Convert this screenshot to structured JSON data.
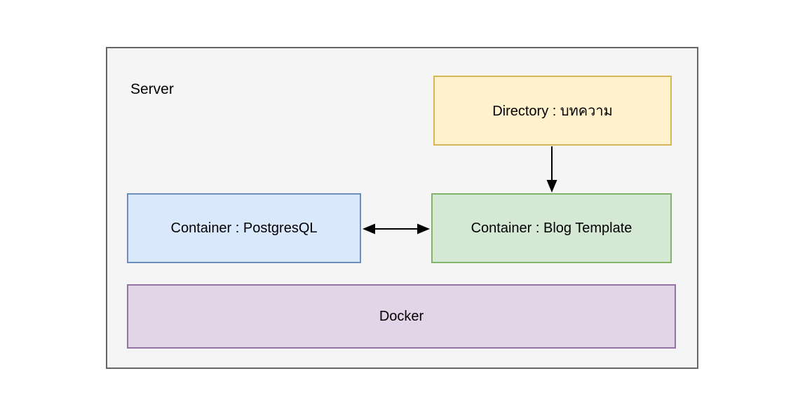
{
  "diagram": {
    "server": {
      "label": "Server",
      "bg": "#f5f5f5",
      "border": "#666666"
    },
    "nodes": {
      "directory": {
        "label": "Directory : บทความ",
        "fill": "#fff2cc",
        "border": "#d6b656"
      },
      "postgres": {
        "label": "Container : PostgresQL",
        "fill": "#dae8fc",
        "border": "#6c8ebf"
      },
      "blog": {
        "label": "Container : Blog Template",
        "fill": "#d5e8d4",
        "border": "#82b366"
      },
      "docker": {
        "label": "Docker",
        "fill": "#e1d5e7",
        "border": "#9673a6"
      }
    },
    "edges": [
      {
        "name": "directory-to-blog",
        "from": "directory",
        "to": "blog",
        "type": "arrow-down",
        "color": "#000000"
      },
      {
        "name": "postgres-blog-link",
        "from": "postgres",
        "to": "blog",
        "type": "double-headed-arrow",
        "color": "#000000"
      }
    ],
    "canvas_bg": "#ffffff"
  }
}
